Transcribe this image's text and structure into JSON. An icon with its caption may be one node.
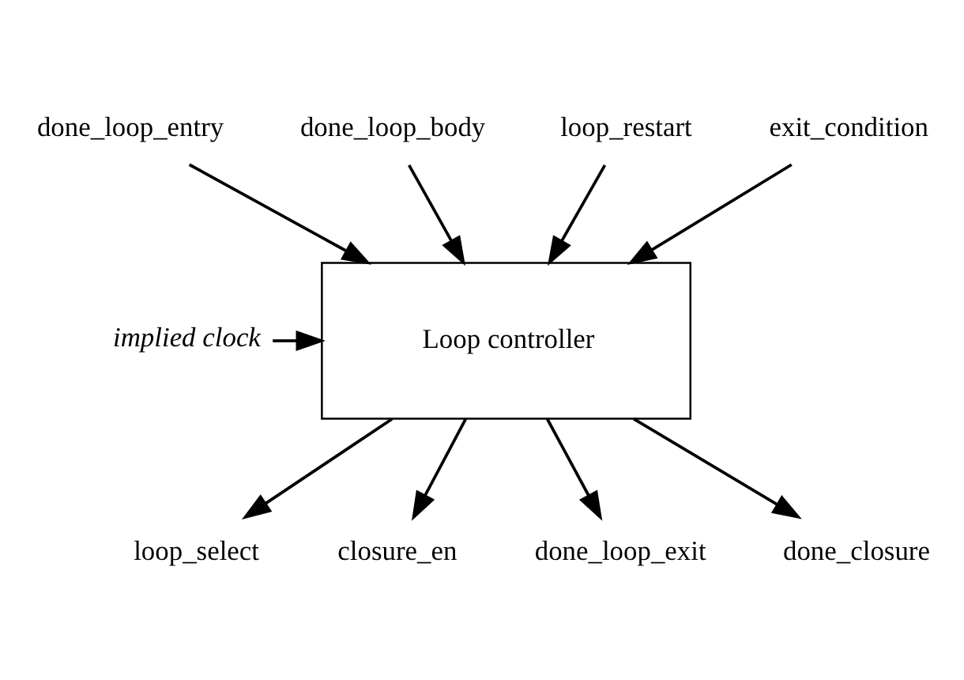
{
  "diagram": {
    "nodes": [
      {
        "text": [
          "done_loop_body"
        ]
      },
      {
        "text": [
          "loop_restart"
        ]
      },
      {
        "text": [
          "done_loop_entry"
        ]
      },
      {
        "text": [
          "exit_condition"
        ]
      },
      {
        "text": [
          "implied clock"
        ]
      },
      {
        "text": [
          "Loop controller"
        ]
      },
      {
        "text": [
          "loop_select"
        ]
      },
      {
        "text": [
          "done_closure"
        ]
      },
      {
        "text": [
          "closure_en"
        ]
      },
      {
        "text": [
          "done_loop_exit"
        ]
      }
    ],
    "edges": [
      {
        "from": 2,
        "to": 5,
        "arrow": "to"
      },
      {
        "from": 0,
        "to": 5,
        "arrow": "to"
      },
      {
        "from": 1,
        "to": 5,
        "arrow": "to"
      },
      {
        "from": 3,
        "to": 5,
        "arrow": "to"
      },
      {
        "from": 4,
        "to": 5,
        "arrow": "to"
      },
      {
        "from": 5,
        "to": 6,
        "arrow": "to"
      },
      {
        "from": 5,
        "to": 8,
        "arrow": "to"
      },
      {
        "from": 5,
        "to": 9,
        "arrow": "to"
      },
      {
        "from": 5,
        "to": 7,
        "arrow": "to"
      }
    ]
  }
}
